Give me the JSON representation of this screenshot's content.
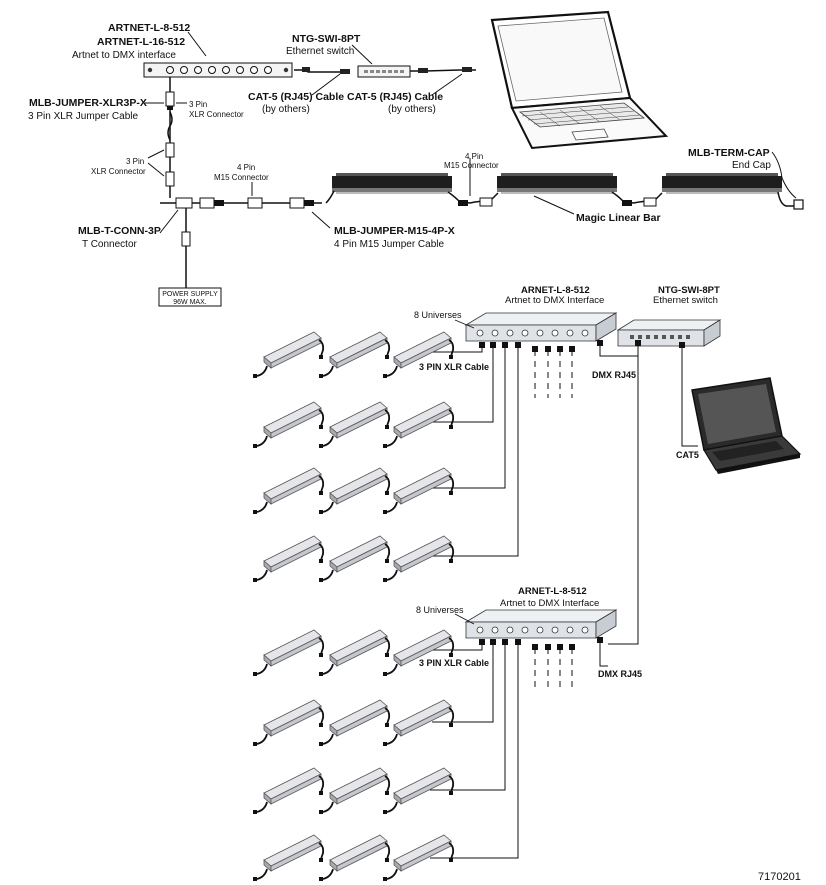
{
  "top": {
    "artnet": {
      "model1": "ARTNET-L-8-512",
      "model2": "ARTNET-L-16-512",
      "desc": "Artnet to DMX interface"
    },
    "switch": {
      "model": "NTG-SWI-8PT",
      "desc": "Ethernet switch"
    },
    "cat5_left": {
      "title": "CAT-5 (RJ45) Cable",
      "note": "(by others)"
    },
    "cat5_right": {
      "title": "CAT-5 (RJ45) Cable",
      "note": "(by others)"
    },
    "xlr_jumper": {
      "model": "MLB-JUMPER-XLR3P-X",
      "desc": "3 Pin XLR Jumper Cable"
    },
    "xlr_conn_a": {
      "line1": "3 Pin",
      "line2": "XLR Connector"
    },
    "xlr_conn_b": {
      "line1": "3 Pin",
      "line2": "XLR Connector"
    },
    "m15_conn_a": {
      "line1": "4 Pin",
      "line2": "M15 Connector"
    },
    "m15_conn_b": {
      "line1": "4 Pin",
      "line2": "M15 Connector"
    },
    "term_cap": {
      "model": "MLB-TERM-CAP",
      "desc": "End Cap"
    },
    "t_conn": {
      "model": "MLB-T-CONN-3P",
      "desc": "T Connector"
    },
    "m15_jumper": {
      "model": "MLB-JUMPER-M15-4P-X",
      "desc": "4 Pin M15 Jumper Cable"
    },
    "linear_bar": "Magic Linear Bar",
    "power_supply": {
      "line1": "POWER SUPPLY",
      "line2": "96W MAX."
    }
  },
  "middle": {
    "artnet": {
      "model": "ARNET-L-8-512",
      "desc": "Artnet to DMX Interface"
    },
    "switch": {
      "model": "NTG-SWI-8PT",
      "desc": "Ethernet switch"
    },
    "universes": "8 Universes",
    "xlr_cable": "3 PIN XLR Cable",
    "dmx_rj45": "DMX RJ45",
    "cat5": "CAT5"
  },
  "bottom": {
    "artnet": {
      "model": "ARNET-L-8-512",
      "desc": "Artnet to DMX Interface"
    },
    "universes": "8 Universes",
    "xlr_cable": "3 PIN XLR Cable",
    "dmx_rj45": "DMX RJ45"
  },
  "doc_number": "7170201",
  "colors": {
    "line": "#111111",
    "device": "#dfe3e8",
    "device_top": "#eef1f4",
    "bar_top": "#e6e6ea",
    "bar_side": "#a7aab2",
    "bar_black": "#1e1e1e"
  }
}
